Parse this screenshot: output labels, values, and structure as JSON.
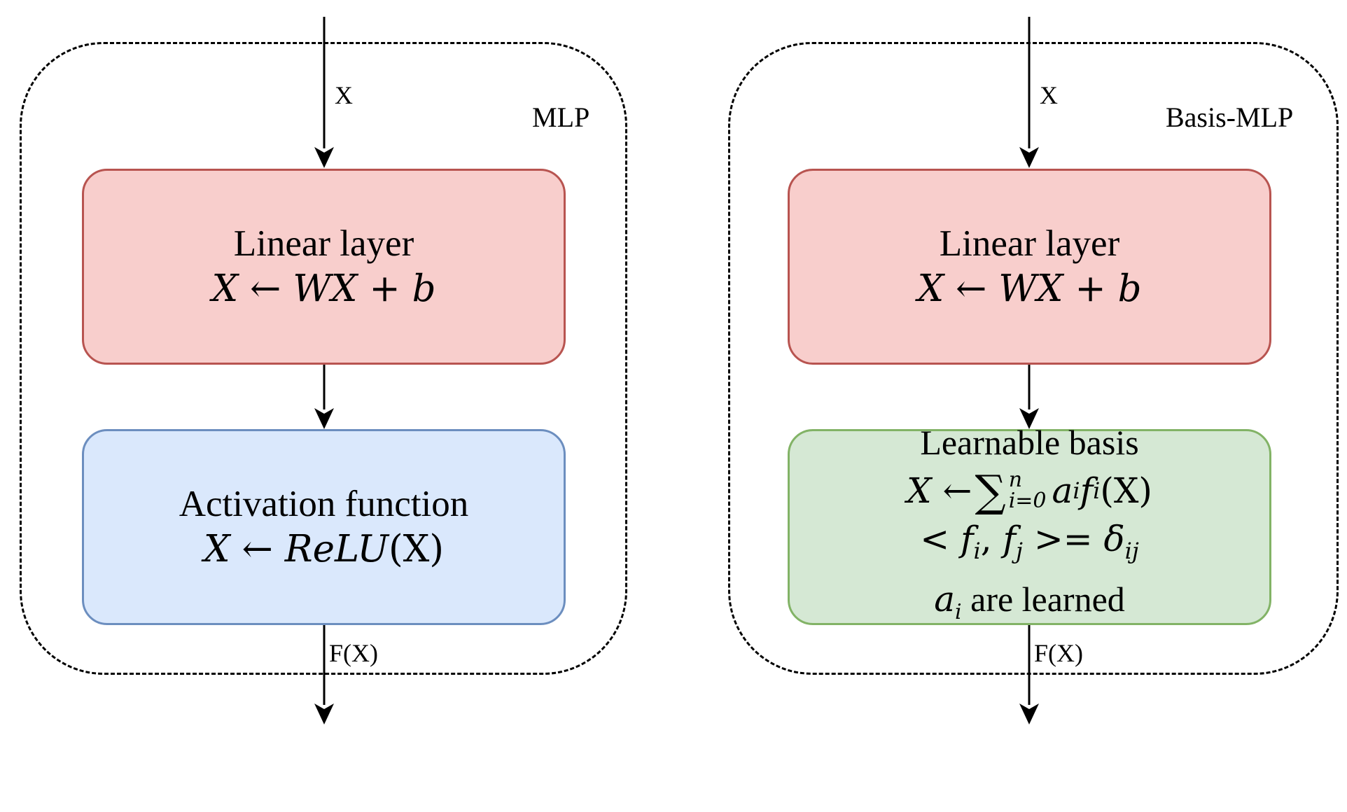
{
  "colors": {
    "linear_fill": "#f8cecc",
    "linear_border": "#b85450",
    "activation_fill": "#dae8fc",
    "activation_border": "#6c8ebf",
    "basis_fill": "#d5e8d4",
    "basis_border": "#82b366",
    "line": "#000000"
  },
  "left_panel": {
    "title": "MLP",
    "input_label": "X",
    "output_label": "F(X)",
    "linear_block": {
      "title": "Linear layer",
      "formula": "X ← WX + b"
    },
    "activation_block": {
      "title": "Activation function",
      "formula_lhs": "X ← ",
      "formula_func": "ReLU",
      "formula_arg": "(X)"
    }
  },
  "right_panel": {
    "title": "Basis-MLP",
    "input_label": "X",
    "output_label": "F(X)",
    "linear_block": {
      "title": "Linear layer",
      "formula": "X ← WX + b"
    },
    "basis_block": {
      "title": "Learnable basis",
      "formula_lhs": "X ← ",
      "sum_symbol": "∑",
      "sum_upper": "n",
      "sum_lower": "i=0",
      "sum_term_a": "a",
      "sum_term_a_sub": "i",
      "sum_term_f": "f",
      "sum_term_f_sub": "i",
      "sum_term_arg": "(X)",
      "orthogonality": {
        "open": "< ",
        "f1": "f",
        "f1_sub": "i",
        "comma": ", ",
        "f2": "f",
        "f2_sub": "j",
        "rel": " >= ",
        "delta": "δ",
        "delta_sub": "ij"
      },
      "learned_var": "a",
      "learned_sub": "i",
      "learned_text": " are learned"
    }
  }
}
